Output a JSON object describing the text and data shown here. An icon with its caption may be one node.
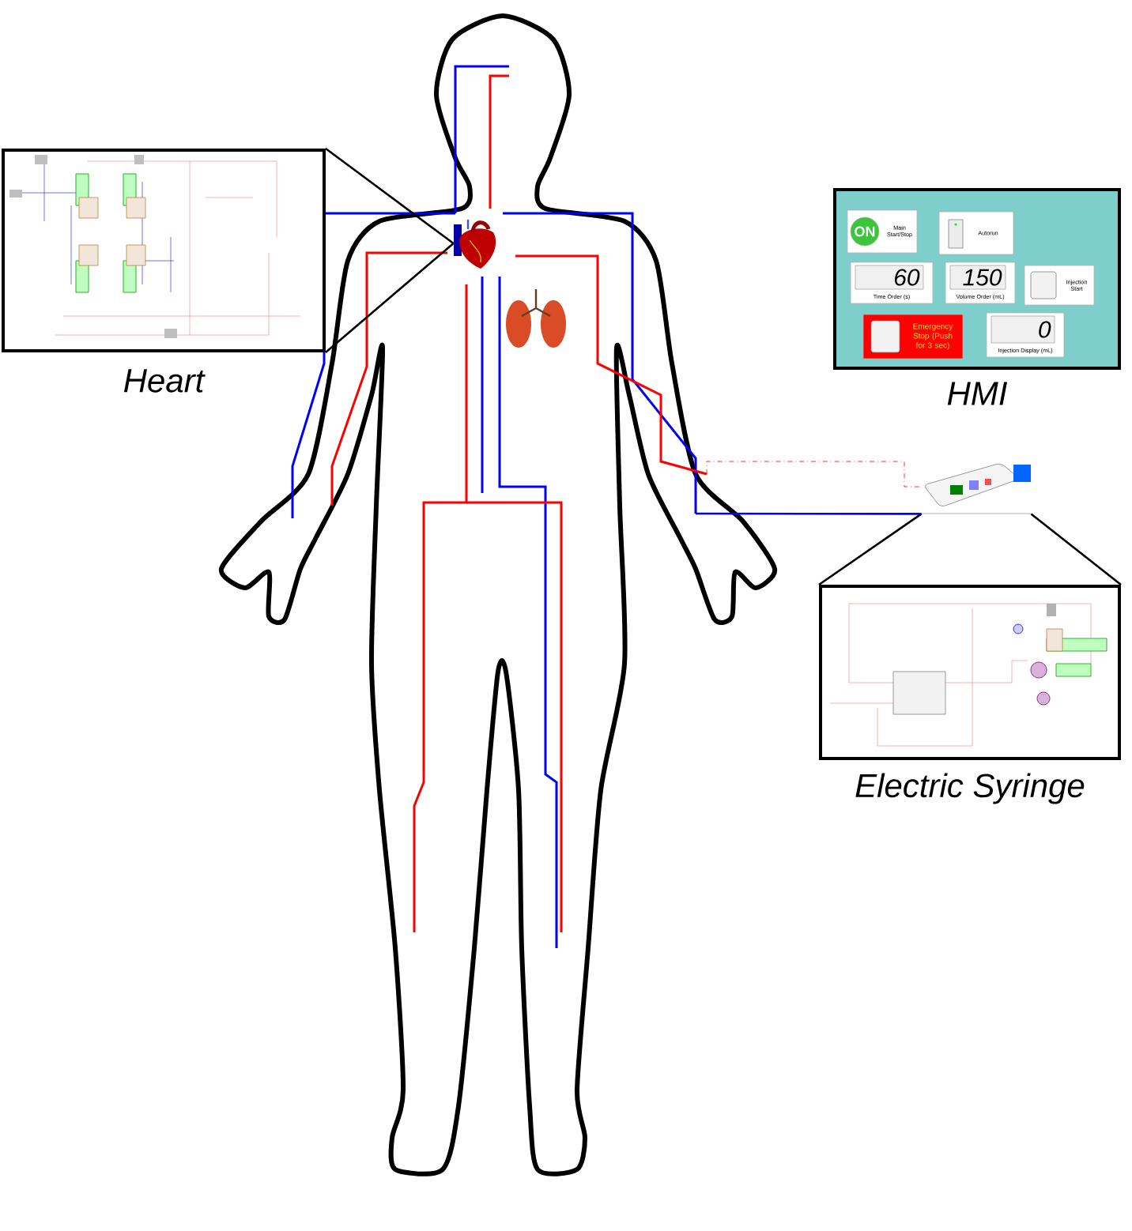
{
  "diagram": {
    "nodes": [
      {
        "text": [
          "Heart"
        ]
      },
      {
        "text": [],
        "shape": "picture"
      },
      {
        "text": [
          "HMI"
        ]
      },
      {
        "text": [
          "ON",
          "Main Start/Stop"
        ],
        "in": 2
      },
      {
        "text": [
          "Autorun"
        ],
        "in": 2
      },
      {
        "text": [
          "60",
          "Time Order (s)"
        ],
        "in": 2
      },
      {
        "text": [
          "150",
          "Volume Order (mL)"
        ],
        "in": 2
      },
      {
        "text": [
          "Injection Start"
        ],
        "in": 2
      },
      {
        "text": [
          "Emergency Stop (Push for 3 sec)"
        ],
        "in": 2
      },
      {
        "text": [
          "0",
          "Injection Display (mL)"
        ],
        "in": 2
      },
      {
        "text": [],
        "shape": "picture"
      },
      {
        "text": [
          "Electric Syringe"
        ]
      }
    ],
    "edges": [
      {
        "from": 0,
        "to": 1,
        "arrow": "none"
      },
      {
        "from": 10,
        "to": 11,
        "arrow": "none"
      },
      {
        "from": null,
        "to": 10,
        "arrow": "none",
        "style": "dashed",
        "color": "#ff0000"
      },
      {
        "from": null,
        "to": 10,
        "arrow": "none",
        "color": "#0000ff"
      }
    ]
  }
}
